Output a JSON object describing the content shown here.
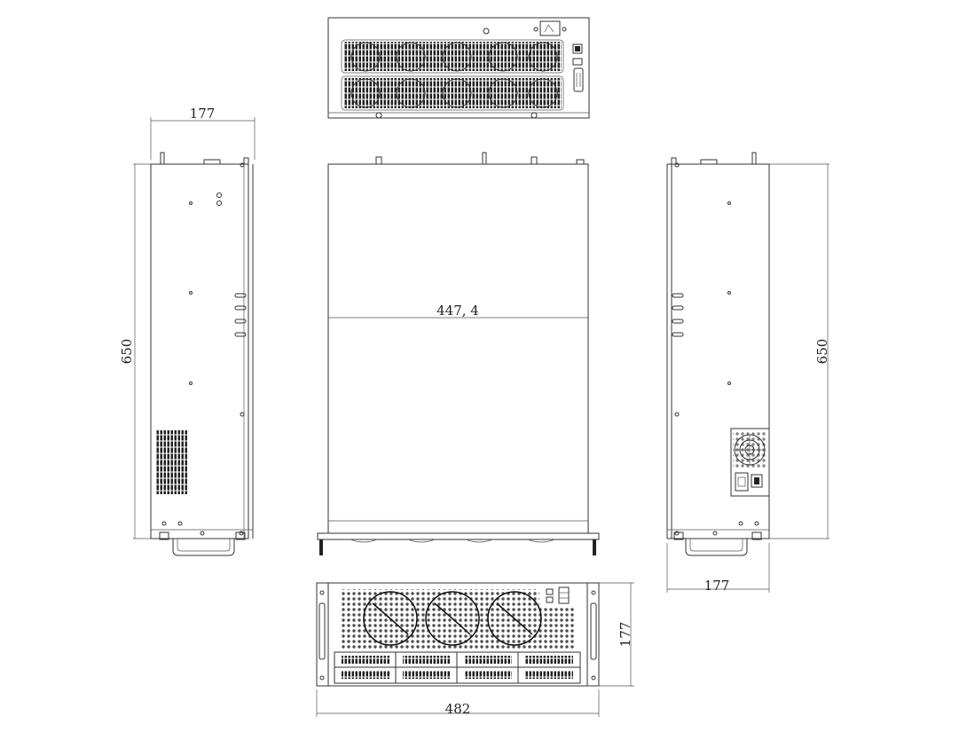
{
  "dimensions": {
    "left_width": "177",
    "left_depth": "650",
    "top_inner_width": "447, 4",
    "right_depth": "650",
    "right_width": "177",
    "front_height": "177",
    "front_width": "482"
  },
  "colors": {
    "line": "#333333",
    "background": "#ffffff",
    "dark_fill": "#222222"
  }
}
